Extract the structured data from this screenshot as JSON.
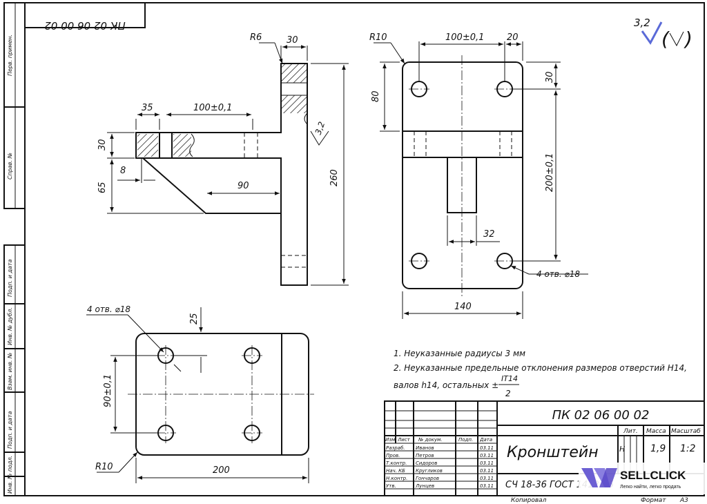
{
  "sheet": {
    "stamp_top": "ПК 02 06 00 02",
    "designation": "ПК 02 06 00 02",
    "title": "Кронштейн",
    "material": "СЧ 18-36 ГОСТ 1412-85",
    "roughness_value": "3,2",
    "format_label": "Формат",
    "format_value": "А3",
    "copied_label": "Копировал",
    "lit_header": "Лит.",
    "mass_header": "Масса",
    "scale_header": "Масштаб",
    "lit_value": "Н",
    "mass_value": "1,9",
    "scale_value": "1:2"
  },
  "side_strip": [
    "Перв. примен.",
    "Справ. №",
    "Подп. и дата",
    "Инв. № дубл.",
    "Взам. инв. №",
    "Подп. и дата",
    "Инв. № подл."
  ],
  "notes": {
    "line1": "1. Неуказанные радиусы 3 мм",
    "line2": "2. Неуказанные предельные отклонения размеров отверстий H14,",
    "line3": "валов h14, остальных ±",
    "frac_num": "IT14",
    "frac_den": "2"
  },
  "dims": {
    "front": {
      "r6": "R6",
      "w30": "30",
      "w35": "35",
      "l100": "100±0,1",
      "h30": "30",
      "h8": "8",
      "h65": "65",
      "l90": "90",
      "h260": "260",
      "rough": "3,2"
    },
    "side": {
      "r10": "R10",
      "l100": "100±0,1",
      "l20": "20",
      "h80": "80",
      "h30": "30",
      "h200": "200±0,1",
      "w32": "32",
      "holes": "4 отв. ⌀18",
      "w140": "140"
    },
    "top": {
      "holes": "4 отв. ⌀18",
      "h25": "25",
      "h90": "90±0,1",
      "r10": "R10",
      "w200": "200"
    }
  },
  "title_block": {
    "headers": [
      "Изм",
      "Лист",
      "№ докум.",
      "Подп.",
      "Дата"
    ],
    "rows": [
      {
        "role": "Разраб.",
        "name": "Иванов",
        "date": "03.11"
      },
      {
        "role": "Пров.",
        "name": "Петров",
        "date": "03.11"
      },
      {
        "role": "Т.контр.",
        "name": "Сидоров",
        "date": "03.11"
      },
      {
        "role": "Нач. КБ",
        "name": "Кругликов",
        "date": "03.11"
      },
      {
        "role": "Н.контр.",
        "name": "Гончаров",
        "date": "03.11"
      },
      {
        "role": "Утв.",
        "name": "Лунцев",
        "date": "03.11"
      }
    ]
  },
  "watermark": {
    "brand": "SELLCLICK",
    "tagline": "Легко найти, легко продать"
  }
}
